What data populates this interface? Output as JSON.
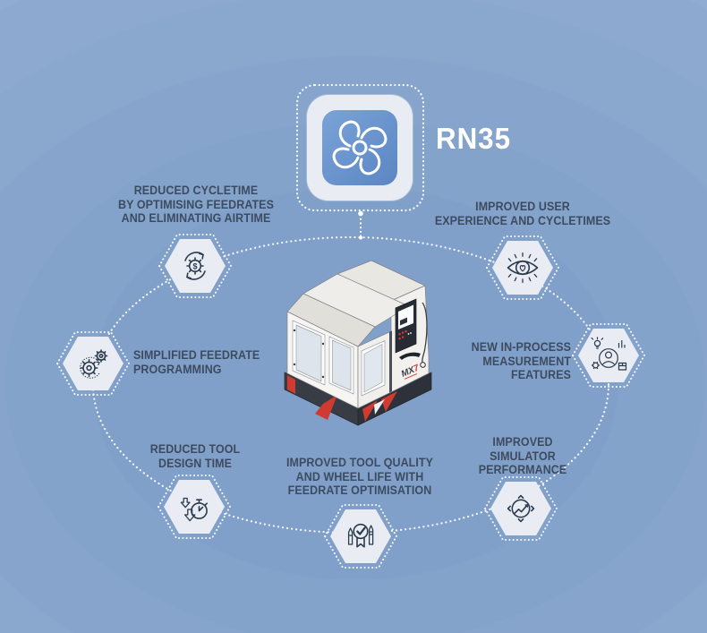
{
  "badge": {
    "product_name": "RN35",
    "icon": "impeller-swirl-icon"
  },
  "machine": {
    "logo_text": "MX",
    "logo_accent": "7",
    "illustration": "isometric-tool-grinder"
  },
  "features": [
    {
      "id": "reduced-cycletime",
      "position": "top-left",
      "icon": "cycle-gear-currency-icon",
      "lines": [
        "REDUCED CYCLETIME",
        "BY OPTIMISING FEEDRATES",
        "AND ELIMINATING AIRTIME"
      ]
    },
    {
      "id": "improved-user-experience",
      "position": "top-right",
      "icon": "eye-heart-icon",
      "lines": [
        "IMPROVED USER",
        "EXPERIENCE AND CYCLETIMES"
      ]
    },
    {
      "id": "simplified-feedrate-programming",
      "position": "left",
      "icon": "gears-icon",
      "lines": [
        "SIMPLIFIED FEEDRATE",
        "PROGRAMMING"
      ]
    },
    {
      "id": "new-in-process-measurement",
      "position": "right",
      "icon": "person-analytics-icon",
      "lines": [
        "NEW IN-PROCESS",
        "MEASUREMENT",
        "FEATURES"
      ]
    },
    {
      "id": "reduced-tool-design-time",
      "position": "bottom-left",
      "icon": "stopwatch-down-arrows-icon",
      "lines": [
        "REDUCED TOOL",
        "DESIGN TIME"
      ]
    },
    {
      "id": "improved-tool-quality",
      "position": "bottom-center",
      "icon": "award-check-tools-icon",
      "lines": [
        "IMPROVED TOOL QUALITY",
        "AND WHEEL LIFE WITH",
        "FEEDRATE OPTIMISATION"
      ]
    },
    {
      "id": "improved-simulator-performance",
      "position": "bottom-right",
      "icon": "gauge-growth-arrow-icon",
      "lines": [
        "IMPROVED",
        "SIMULATOR",
        "PERFORMANCE"
      ]
    }
  ],
  "colors": {
    "background": "#82a1ca",
    "label_text": "#3d4b60",
    "hexagon_fill": "#e9edf3",
    "icon_stroke": "#2c3a4e",
    "badge_blue_start": "#7ba3d8",
    "badge_blue_end": "#5b86c3",
    "machine_accent_red": "#cf3a31",
    "dotted_lines": "#ffffff"
  }
}
